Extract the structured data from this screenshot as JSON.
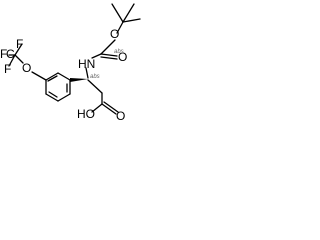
{
  "molecule": {
    "atoms": {
      "nh": "HN",
      "carbonyl_o": "O",
      "ether_o": "O",
      "cooh": "HO",
      "acid_o": "O",
      "f_top": "F",
      "f_left": "F",
      "f_bottom": "F",
      "c_trifluoromethyl": "C"
    },
    "stereo_labels": {
      "boc_carbon": "abs",
      "alpha_carbon": "abs"
    }
  }
}
